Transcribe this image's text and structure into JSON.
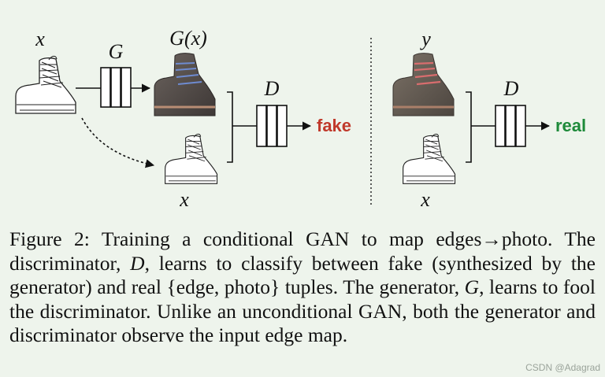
{
  "figure": {
    "left_input_label": "x",
    "generator_label": "G",
    "generated_label": "G(x)",
    "left_discriminator_label": "D",
    "left_bottom_label": "x",
    "fake_label": "fake",
    "right_real_label": "y",
    "right_discriminator_label": "D",
    "right_bottom_label": "x",
    "real_label": "real",
    "colors": {
      "fake": "#c0392b",
      "real": "#1e8a3a"
    }
  },
  "caption": {
    "prefix": "Figure 2: Training a conditional GAN to map edges",
    "arrow": "→",
    "after_arrow": "photo. The discriminator, ",
    "d_symbol": "D",
    "after_d": ", learns to classify between fake (synthesized by the generator) and real ",
    "tuple_open": "{",
    "tuple_text": "edge, photo",
    "tuple_close": "}",
    "after_tuple": " tuples. The generator, ",
    "g_symbol": "G",
    "after_g": ", learns to fool the discriminator. Unlike an unconditional GAN, both the generator and discriminator observe the input edge map."
  },
  "watermark": "CSDN @Adagrad"
}
